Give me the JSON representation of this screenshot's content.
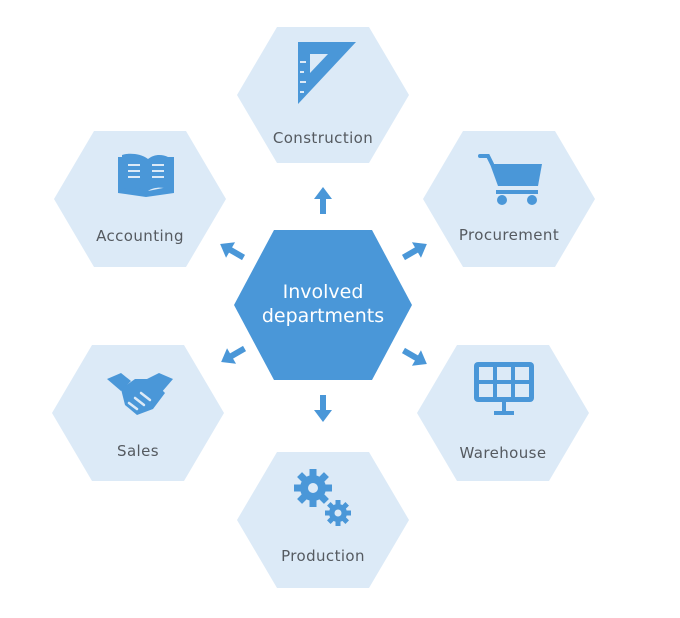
{
  "center": {
    "line1": "Involved",
    "line2": "departments"
  },
  "departments": [
    {
      "label": "Construction",
      "icon": "triangle-ruler-icon"
    },
    {
      "label": "Procurement",
      "icon": "shopping-cart-icon"
    },
    {
      "label": "Warehouse",
      "icon": "storage-panel-icon"
    },
    {
      "label": "Production",
      "icon": "gears-icon"
    },
    {
      "label": "Sales",
      "icon": "handshake-icon"
    },
    {
      "label": "Accounting",
      "icon": "open-book-icon"
    }
  ],
  "colors": {
    "hex_fill": "#dceaf7",
    "accent": "#4a97d8",
    "label": "#555a60"
  }
}
